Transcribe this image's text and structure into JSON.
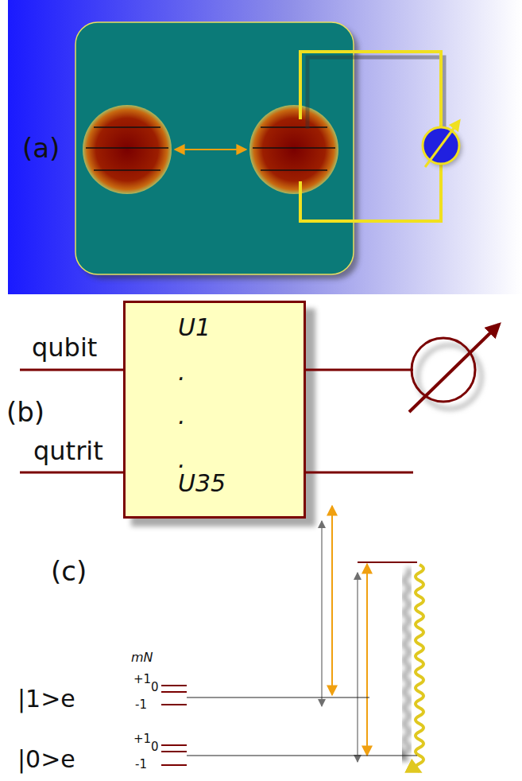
{
  "diagram": {
    "nodes": [
      {
        "text": [
          "U1",
          ".",
          ".",
          ".",
          "U35"
        ]
      }
    ],
    "labels": [
      "(a)",
      "qubit",
      "(b)",
      "qutrit",
      "(c)",
      "mN",
      "|1>e",
      "+1",
      "0",
      "-1",
      "|0>e",
      "+1",
      "0",
      "-1"
    ]
  }
}
